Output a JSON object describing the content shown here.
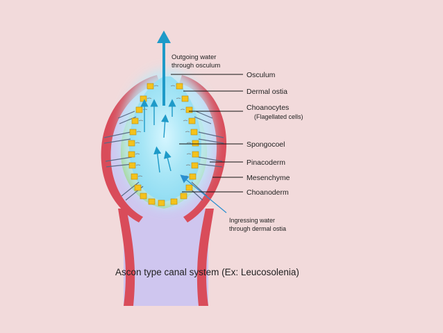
{
  "diagram": {
    "caption": "Ascon type canal system (Ex: Leucosolenia)",
    "annotations": {
      "outgoing_line1": "Outgoing water",
      "outgoing_line2": "through osculum",
      "ingressing_line1": "Ingressing water",
      "ingressing_line2": "through dermal ostia"
    },
    "labels": {
      "osculum": "Osculum",
      "dermal_ostia": "Dermal ostia",
      "choanocytes": "Choanocytes",
      "choanocytes_sub": "(Flagellated cells)",
      "spongocoel": "Spongocoel",
      "pinacoderm": "Pinacoderm",
      "mesenchyme": "Mesenchyme",
      "choanoderm": "Choanoderm"
    },
    "colors": {
      "background": "#f2dadb",
      "pinacoderm": "#d94c5a",
      "mesenchyme": "#cfc6ef",
      "choanoderm": "#9fd07a",
      "choanocytes": "#f4c21c",
      "spongocoel": "#bfeaf7",
      "water_arrow": "#1e9ac8"
    }
  }
}
